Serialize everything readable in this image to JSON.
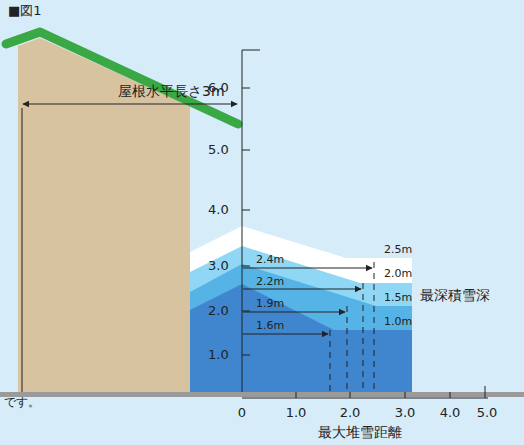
{
  "diagram": {
    "labels": [
      "■図1",
      "屋根水平長さ3m",
      "6.0",
      "5.0",
      "4.0",
      "3.0",
      "2.0",
      "1.0",
      "2.4m",
      "2.5m",
      "2.2m",
      "2.0m",
      "1.9m",
      "1.5m",
      "1.6m",
      "1.0m",
      "最深積雪深",
      "0",
      "1.0",
      "2.0",
      "3.0",
      "4.0",
      "5.0",
      "最大堆雪距離",
      "です。"
    ]
  }
}
